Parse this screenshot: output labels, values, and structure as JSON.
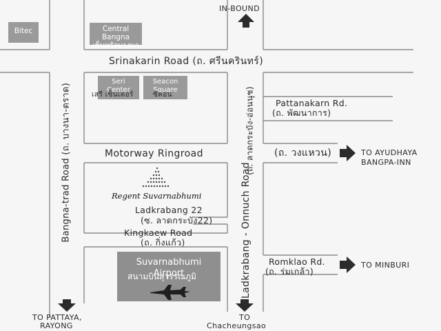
{
  "landmarks": {
    "bitec": "Bitec",
    "central_bangna_en": "Central Bangna",
    "central_bangna_th": "เซ็นทรัลบางนา",
    "seri_center_en": "Seri Center",
    "seri_center_th": "เสรี เซ็นเตอร์",
    "seacon_square_en": "Seacon Square",
    "seacon_square_th": "ซีคอน",
    "hotel": "Regent Suvarnabhumi",
    "airport_en": "Suvarnabhumi Airport",
    "airport_th": "สนามบินสุวรรณภูมิ"
  },
  "roads": {
    "srinakarin": "Srinakarin Road (ถ. ศรีนครินทร์)",
    "bangna_trad": "Bangna-trad Road (ถ. บางนา-ตราด)",
    "ladkrabang_onnuch": "Ladkrabang - Onnuch Road",
    "ladkrabang_onnuch_th": "(ถ. ลาดกระบัง-อ่อนนุช)",
    "pattanakarn_en": "Pattanakarn Rd.",
    "pattanakarn_th": "(ถ. พัฒนาการ)",
    "motorway": "Motorway Ringroad",
    "motorway_th": "(ถ. วงแหวน)",
    "ladkrabang22_en": "Ladkrabang 22",
    "ladkrabang22_th": "(ซ. ลาดกระบัง22)",
    "kingkaew_en": "Kingkaew Road",
    "kingkaew_th": "(ถ. กิ่งแก้ว)",
    "romklao_en": "Romklao Rd.",
    "romklao_th": "(ถ. ร่มเกล้า)"
  },
  "directions": {
    "inbound": "IN-BOUND",
    "ayudhaya_1": "TO AYUDHAYA",
    "ayudhaya_2": "BANGPA-INN",
    "minburi": "TO MINBURI",
    "pattaya_1": "TO PATTAYA,",
    "pattaya_2": "RAYONG",
    "chacheungsao_1": "TO",
    "chacheungsao_2": "Chacheungsao"
  },
  "colors": {
    "road_line": "#8a8a8a",
    "arrow": "#2b2b2b",
    "building": "#9a9a9a"
  },
  "icons": [
    "airplane-icon",
    "hotel-pagoda-icon",
    "arrow-up-icon",
    "arrow-down-icon",
    "arrow-right-icon"
  ]
}
